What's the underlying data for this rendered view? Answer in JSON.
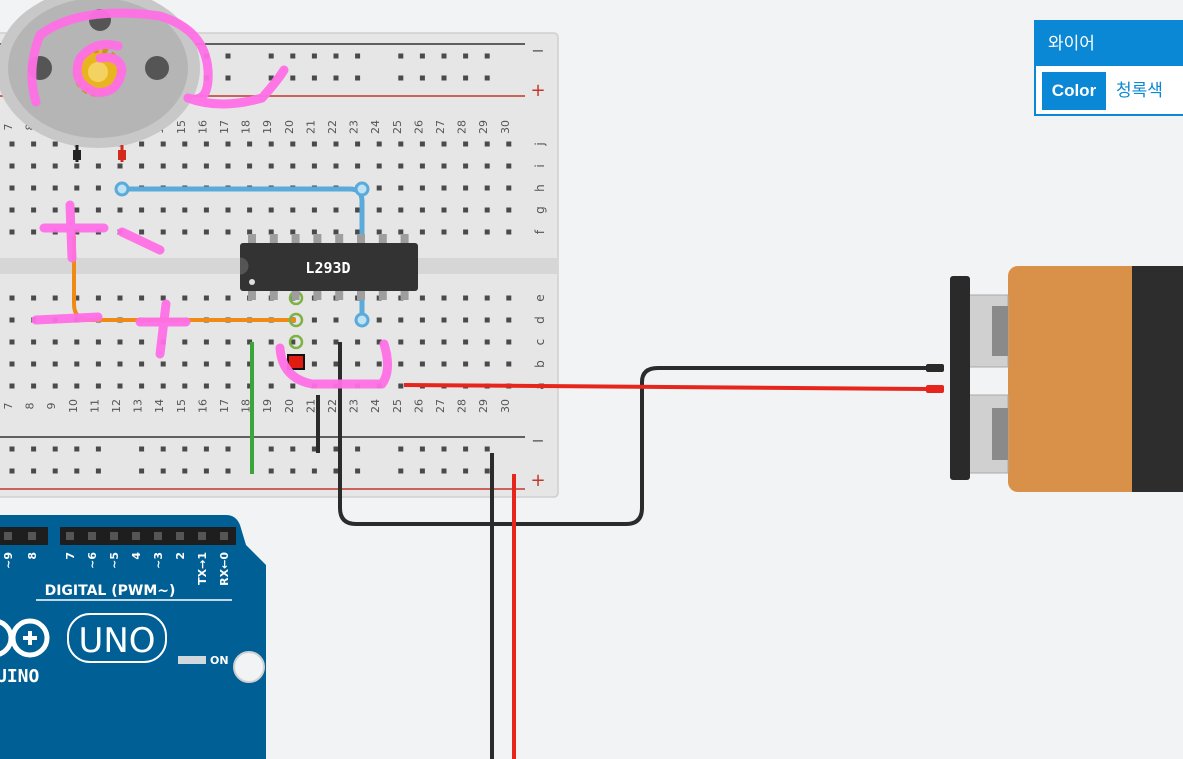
{
  "breadboard": {
    "columns": [
      "7",
      "8",
      "9",
      "10",
      "11",
      "12",
      "13",
      "14",
      "15",
      "16",
      "17",
      "18",
      "19",
      "20",
      "21",
      "22",
      "23",
      "24",
      "25",
      "26",
      "27",
      "28",
      "29",
      "30"
    ],
    "rows_top": [
      "j",
      "i",
      "h",
      "g",
      "f"
    ],
    "rows_bottom": [
      "e",
      "d",
      "c",
      "b",
      "a"
    ],
    "rail_minus": "−",
    "rail_plus": "+"
  },
  "chip": {
    "label": "L293D"
  },
  "arduino": {
    "header_left": [
      "~9",
      "8"
    ],
    "header_right": [
      "7",
      "~6",
      "~5",
      "4",
      "~3",
      "2",
      "TX→1",
      "RX←0"
    ],
    "digital_label": "DIGITAL (PWM~)",
    "brand": "UNO",
    "brand_partial": "UINO",
    "on_label": "ON"
  },
  "properties_panel": {
    "title": "와이어",
    "color_label": "Color",
    "color_value": "청록색"
  },
  "colors": {
    "wire_blue": "#5aabd9",
    "wire_orange": "#f08a17",
    "wire_green": "#3aa63a",
    "wire_black": "#2b2b2b",
    "wire_red": "#e6261d",
    "annotation_pink": "#ff70e6",
    "arduino_blue": "#005f94",
    "battery_orange": "#d99049",
    "accent_blue": "#0a88d6"
  }
}
